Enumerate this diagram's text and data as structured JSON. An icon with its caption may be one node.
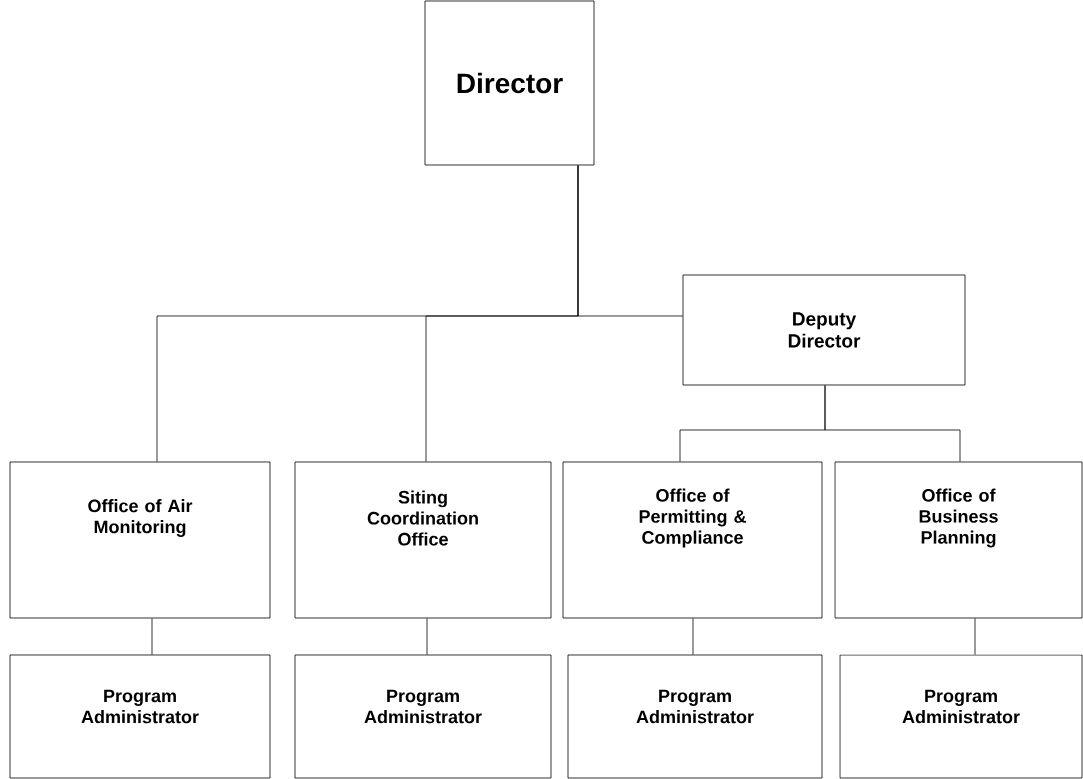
{
  "diagram": {
    "nodes": [
      {
        "text": [
          "Director"
        ]
      },
      {
        "text": [
          "Deputy Director"
        ]
      },
      {
        "text": [
          "Office of Air Monitoring"
        ]
      },
      {
        "text": [
          "Siting Coordination Office"
        ]
      },
      {
        "text": [
          "Office of Permitting & Compliance"
        ]
      },
      {
        "text": [
          "Office of Business Planning"
        ]
      },
      {
        "text": [
          "Program Administrator"
        ]
      },
      {
        "text": [
          "Program Administrator"
        ]
      },
      {
        "text": [
          "Program Administrator"
        ]
      },
      {
        "text": [
          "Program Administrator"
        ]
      }
    ],
    "edges": [
      {
        "from": 0,
        "to": 1,
        "arrow": "none"
      },
      {
        "from": 0,
        "to": 2,
        "arrow": "none"
      },
      {
        "from": 0,
        "to": 3,
        "arrow": "none"
      },
      {
        "from": 1,
        "to": 4,
        "arrow": "none"
      },
      {
        "from": 1,
        "to": 5,
        "arrow": "none"
      },
      {
        "from": 2,
        "to": 6,
        "arrow": "none"
      },
      {
        "from": 3,
        "to": 7,
        "arrow": "none"
      },
      {
        "from": 4,
        "to": 8,
        "arrow": "none"
      },
      {
        "from": 5,
        "to": 9,
        "arrow": "none"
      }
    ]
  }
}
